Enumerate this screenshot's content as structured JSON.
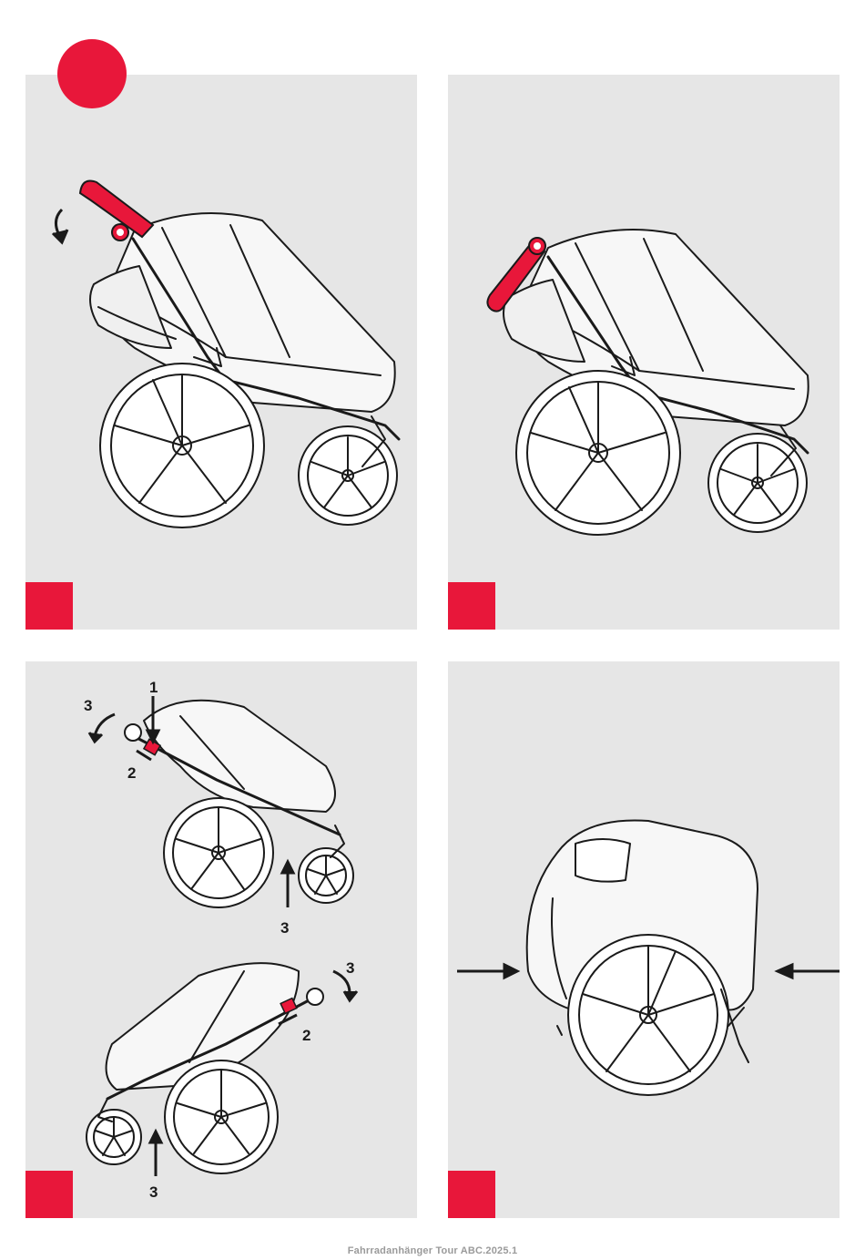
{
  "footer_text": "Fahrradanhänger Tour ABC.2025.1",
  "colors": {
    "accent": "#e8173a",
    "panel_bg": "#e6e6e6",
    "line": "#1a1a1a",
    "footer": "#9a9a9a"
  },
  "panels": [
    {
      "step_marker": "red-square",
      "top_marker": "red-circle",
      "labels": []
    },
    {
      "step_marker": "red-square",
      "labels": []
    },
    {
      "step_marker": "red-square",
      "labels": [
        "1",
        "2",
        "3",
        "3",
        "3",
        "2",
        "3"
      ]
    },
    {
      "step_marker": "red-square",
      "labels": []
    }
  ],
  "icons": [
    "curved-arrow-icon",
    "straight-arrow-icon",
    "stroller-icon",
    "handlebar-icon"
  ]
}
